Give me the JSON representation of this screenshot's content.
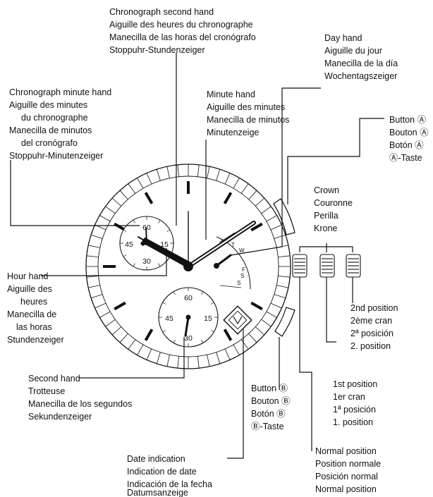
{
  "labels": {
    "chrono_second_hand": [
      "Chronograph second hand",
      "Aiguille des heures du chronographe",
      "Manecilla de las horas del cronógrafo",
      "Stoppuhr-Stundenzeiger"
    ],
    "day_hand": [
      "Day hand",
      "Aiguille du jour",
      "Manecilla de la día",
      "Wochentagszeiger"
    ],
    "chrono_minute_hand": [
      "Chronograph minute hand",
      "Aiguille des minutes",
      "du chronographe",
      "Manecilla de minutos",
      "del cronógrafo",
      "Stoppuhr-Minutenzeiger"
    ],
    "minute_hand": [
      "Minute hand",
      "Aiguille des minutes",
      "Manecilla de minutos",
      "Minutenzeige"
    ],
    "button_a": [
      "Button Ⓐ",
      "Bouton Ⓐ",
      "Botón Ⓐ",
      "Ⓐ-Taste"
    ],
    "crown": [
      "Crown",
      "Couronne",
      "Perilla",
      "Krone"
    ],
    "hour_hand": [
      "Hour hand",
      "Aiguille des",
      "heures",
      "Manecilla de",
      "las horas",
      "Stundenzeiger"
    ],
    "second_position": [
      "2nd position",
      "2ème cran",
      "2ª posición",
      "2. position"
    ],
    "first_position": [
      "1st position",
      "1er cran",
      "1ª posición",
      "1. position"
    ],
    "second_hand": [
      "Second hand",
      "Trotteuse",
      "Manecilla de los segundos",
      "Sekundenzeiger"
    ],
    "button_b": [
      "Button Ⓑ",
      "Bouton Ⓑ",
      "Botón Ⓑ",
      "Ⓑ-Taste"
    ],
    "date_indication": [
      "Date indication",
      "Indication de date",
      "Indicación de la fecha",
      "Datumsanzeige"
    ],
    "normal_position": [
      "Normal position",
      "Position normale",
      "Posición normal",
      "Normal position"
    ]
  },
  "dial": {
    "left_subdial": [
      "60",
      "15",
      "30",
      "45"
    ],
    "bottom_subdial": [
      "60",
      "15",
      "30",
      "45"
    ],
    "day_letters": [
      "M",
      "T",
      "W",
      "F",
      "S",
      "S"
    ]
  }
}
